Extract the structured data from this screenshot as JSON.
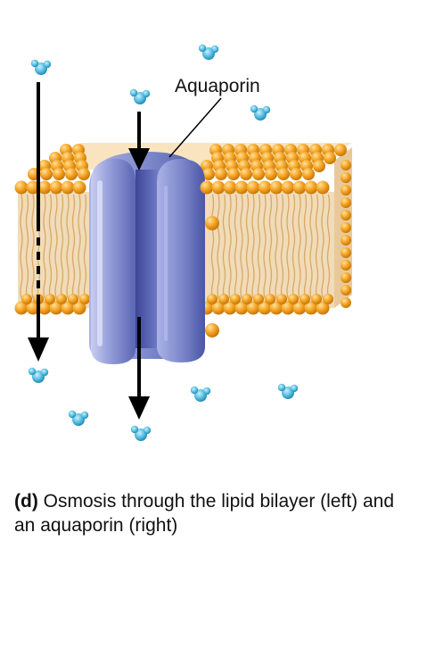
{
  "labels": {
    "aquaporin": "Aquaporin"
  },
  "caption": {
    "tag": "(d)",
    "text": "Osmosis through the lipid bilayer (left) and an aquaporin (right)"
  },
  "colors": {
    "lipid_head": "#f4a323",
    "lipid_tail": "#e2b77a",
    "protein": "#8c96d3",
    "protein_dark": "#5a65b4",
    "water": "#4bb8dc",
    "arrow": "#000000"
  },
  "icons": {
    "water_molecule": "water-molecule-icon",
    "arrow": "arrow-down-icon"
  }
}
